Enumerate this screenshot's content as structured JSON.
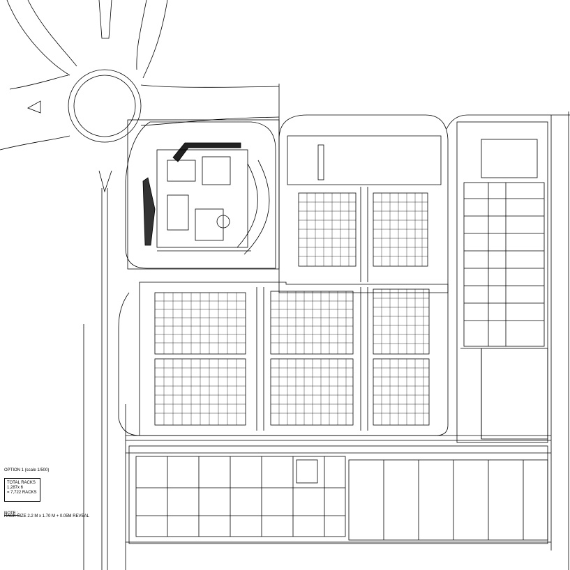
{
  "drawing": {
    "option_label": "OPTION 1 (scale 1/500)",
    "totals": {
      "heading": "TOTAL RACKS",
      "calc": "1,287x 6",
      "result": "= 7,722 RACKS"
    },
    "note_label": "NOTE :-",
    "note_text": "RACK SIZE 2.2 M x 1.70 M + 0.05M REVEAL"
  },
  "colors": {
    "line": "#000000",
    "background": "#ffffff"
  }
}
